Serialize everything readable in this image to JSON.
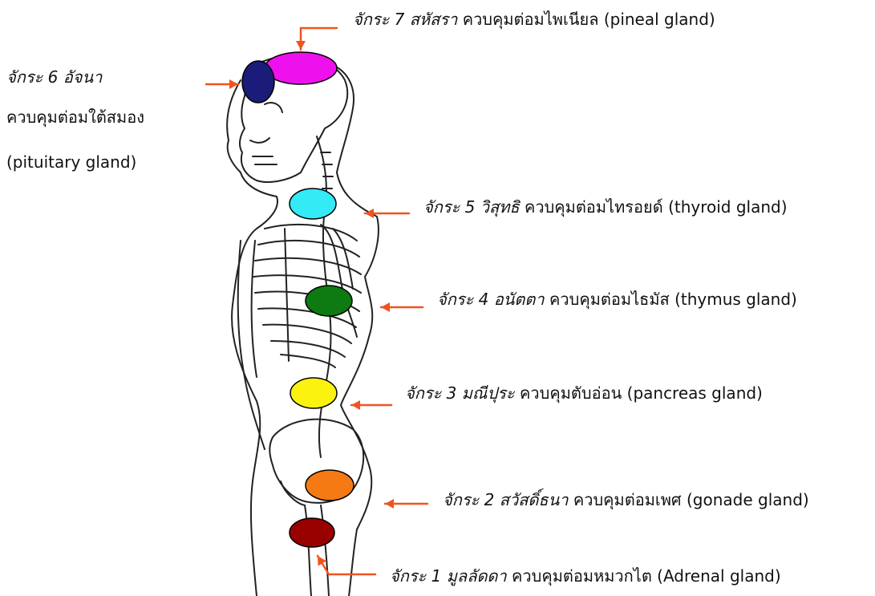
{
  "chakras": [
    {
      "id": "7",
      "prefix": "จักระ 7 สหัสรา",
      "text": "ควบคุมต่อมไพเนียล (pineal gland)",
      "color": "#ee11ee"
    },
    {
      "id": "6",
      "prefix": "จักระ 6 อัจนา",
      "lines": [
        "ควบคุมต่อมใต้สมอง",
        "(pituitary gland)"
      ],
      "color": "#1b1b7a"
    },
    {
      "id": "5",
      "prefix": "จักระ 5 วิสุทธิ",
      "text": "ควบคุมต่อมไทรอยด์ (thyroid gland)",
      "color": "#33eaf5"
    },
    {
      "id": "4",
      "prefix": "จักระ 4 อนัตตา",
      "text": "ควบคุมต่อมไธมัส (thymus gland)",
      "color": "#0d7a12"
    },
    {
      "id": "3",
      "prefix": "จักระ 3 มณีปุระ",
      "text": "ควบคุมตับอ่อน (pancreas gland)",
      "color": "#fbf20f"
    },
    {
      "id": "2",
      "prefix": "จักระ 2 สวัสดิ์ธนา",
      "text": "ควบคุมต่อมเพศ (gonade gland)",
      "color": "#f57a14"
    },
    {
      "id": "1",
      "prefix": "จักระ 1 มูลลัดดา",
      "text": "ควบคุมต่อมหมวกไต (Adrenal gland)",
      "color": "#990000"
    }
  ],
  "arrow_color": "#f0541e"
}
